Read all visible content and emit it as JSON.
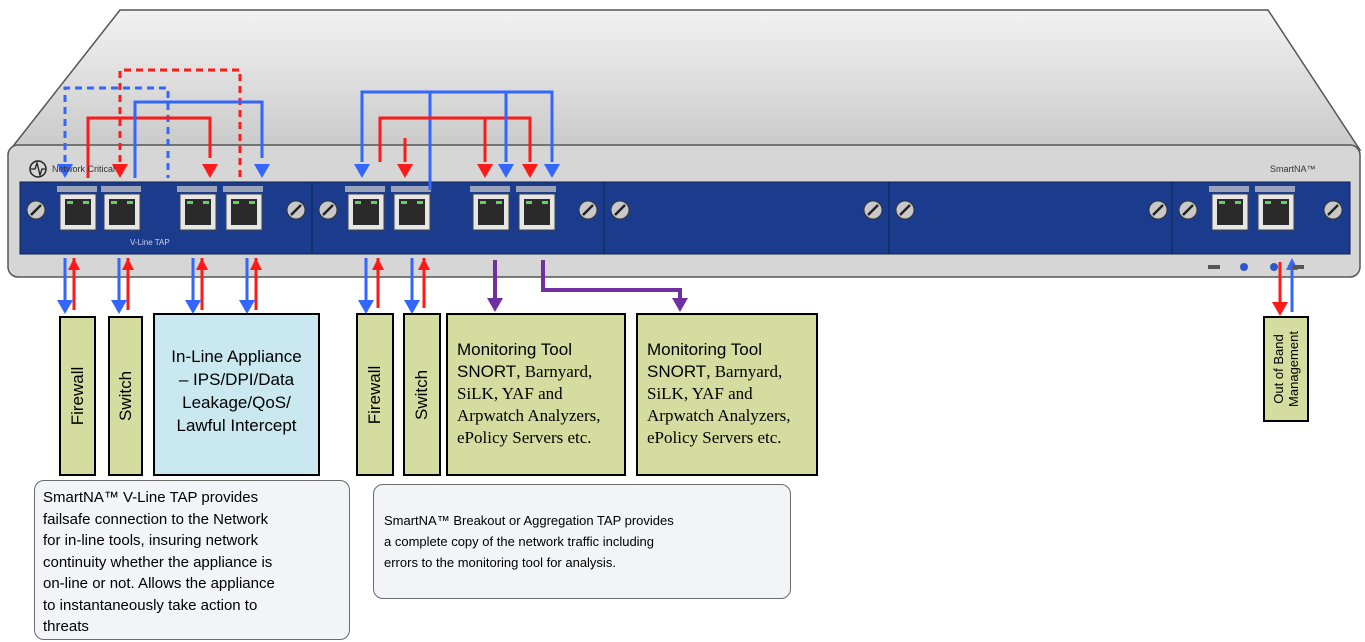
{
  "chassis": {
    "vendor_label": "Network Critical",
    "model_label": "SmartNA™",
    "vline_label": "V-Line TAP"
  },
  "tools": {
    "firewall_1": "Firewall",
    "switch_1": "Switch",
    "inline_appliance": "In-Line Appliance\n– IPS/DPI/Data\nLeakage/QoS/\nLawful Intercept",
    "firewall_2": "Firewall",
    "switch_2": "Switch",
    "monitoring_1": {
      "title": "Monitoring Tool",
      "line2": "SNORT",
      "line2_rest": ", Barnyard,",
      "body": "SiLK, YAF and\nArpwatch Analyzers,\nePolicy Servers etc."
    },
    "monitoring_2": {
      "title": "Monitoring Tool",
      "line2": "SNORT",
      "line2_rest": ", Barnyard,",
      "body": "SiLK, YAF and\nArpwatch Analyzers,\nePolicy Servers etc."
    },
    "oob": "Out of Band\nManagement"
  },
  "callouts": {
    "vline": "SmartNA™ V-Line TAP provides\nfailsafe connection to the Network\nfor in-line tools, insuring network\ncontinuity whether the appliance is\non-line or not. Allows the appliance\nto instantaneously take action to\nthreats",
    "breakout": "SmartNA™ Breakout or Aggregation TAP provides\na complete copy of the network traffic including\nerrors to the monitoring tool for analysis."
  },
  "colors": {
    "chassis": "#d6d6d6",
    "faceplate": "#1b3c8c",
    "red_link": "#ff1a1a",
    "blue_link": "#3366ff",
    "purple_link": "#7030a0",
    "tool_green": "#d4dca0",
    "tool_blue": "#c9e8f0"
  },
  "icons": [
    "network-critical-logo-icon",
    "screw-icon",
    "rj45-port-icon",
    "arrow-icon",
    "led-icon"
  ]
}
